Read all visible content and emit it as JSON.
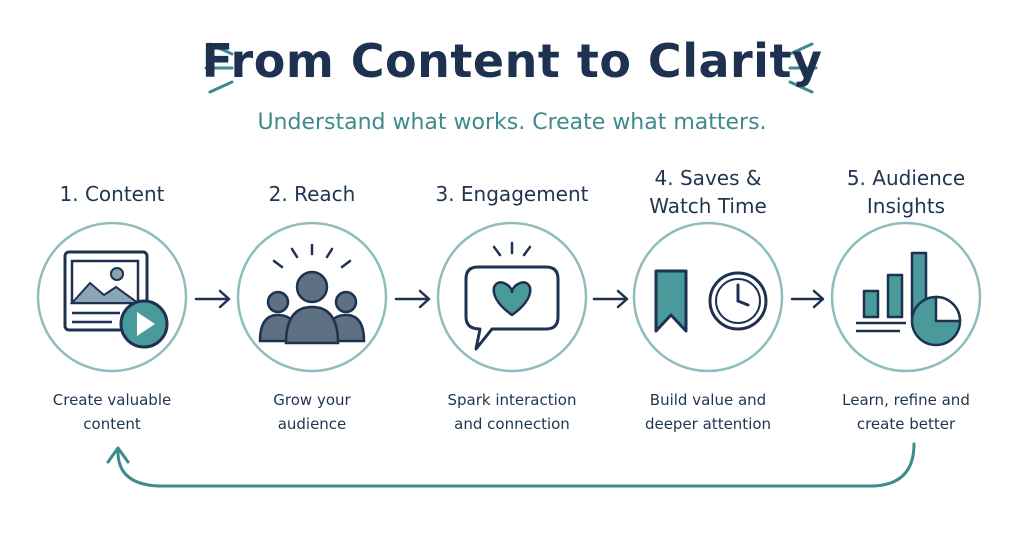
{
  "title": "From Content to Clarity",
  "subtitle": "Understand what works. Create what matters.",
  "colors": {
    "navy": "#1e3150",
    "teal": "#3e8a8c",
    "teal_fill": "#4a9a9b",
    "grey_fill": "#5d7183"
  },
  "steps": [
    {
      "label_lines": [
        "1. Content"
      ],
      "desc_lines": [
        "Create valuable",
        "content"
      ],
      "icon": "content-media-icon"
    },
    {
      "label_lines": [
        "2. Reach"
      ],
      "desc_lines": [
        "Grow your",
        "audience"
      ],
      "icon": "audience-group-icon"
    },
    {
      "label_lines": [
        "3. Engagement"
      ],
      "desc_lines": [
        "Spark interaction",
        "and connection"
      ],
      "icon": "heart-speech-bubble-icon"
    },
    {
      "label_lines": [
        "4. Saves &",
        "Watch Time"
      ],
      "desc_lines": [
        "Build value and",
        "deeper attention"
      ],
      "icon": "bookmark-clock-icon"
    },
    {
      "label_lines": [
        "5. Audience",
        "Insights"
      ],
      "desc_lines": [
        "Learn, refine and",
        "create better"
      ],
      "icon": "analytics-chart-icon"
    }
  ]
}
